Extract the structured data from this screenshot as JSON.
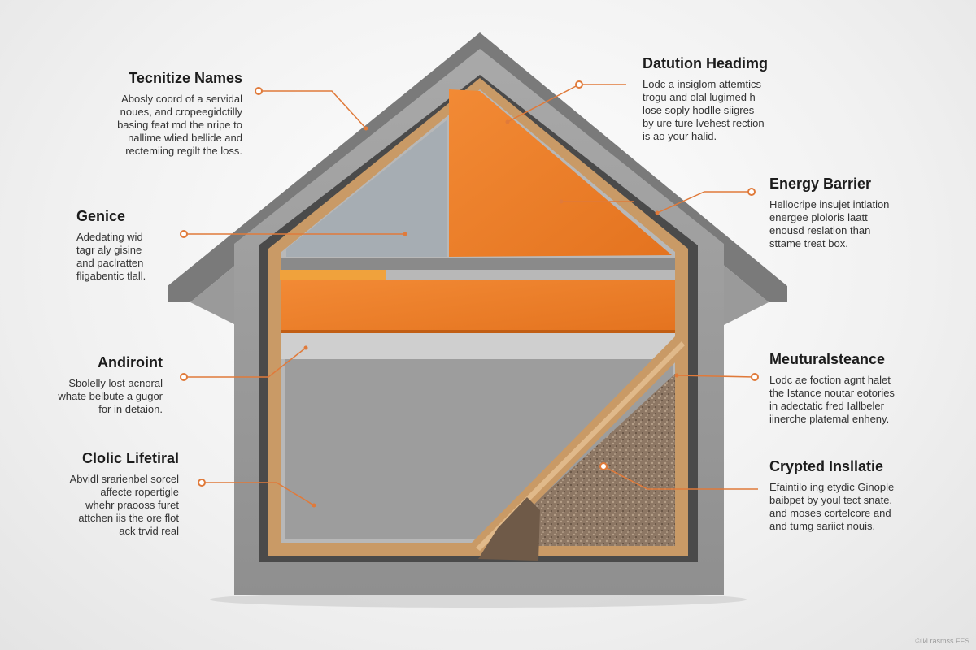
{
  "colors": {
    "shell": "#8c8c8c",
    "roof": "#777777",
    "orange": "#ef7f2a",
    "blue_gray": "#a6adb3",
    "panel_gray": "#9c9c9c",
    "wood": "#c99a66",
    "insulation": "#8a7462",
    "callout_line": "#e07a3a"
  },
  "labels": [
    {
      "id": "tecnitize",
      "title": "Tecnitize Names",
      "lines": [
        "Abosly coord of a servidal",
        "noues, and cropeegidctilly",
        "basing feat md the nripe to",
        "nallime wlied bellide and",
        "rectemiing regilt the loss."
      ]
    },
    {
      "id": "genice",
      "title": "Genice",
      "lines": [
        "Adedating wid",
        "tagr aly gisine",
        "and paclratten",
        "fligabentic tlall."
      ]
    },
    {
      "id": "andiroint",
      "title": "Andiroint",
      "lines": [
        "Sbolelly lost acnoral",
        "whate belbute a gugor",
        "for in detaion."
      ]
    },
    {
      "id": "clolic",
      "title": "Clolic Lifetiral",
      "lines": [
        "Abvidl srarienbel sorcel",
        "affecte ropertigle",
        "whehr praooss furet",
        "attchen iis the ore flot",
        "ack trvid real"
      ]
    },
    {
      "id": "datution",
      "title": "Datution Headimg",
      "lines": [
        "Lodc a insiglom attemtics",
        "trogu and olal lugimed h",
        "lose soply hodlle siigres",
        "by ure ture lvehest rection",
        "is ao your halid."
      ]
    },
    {
      "id": "energy",
      "title": "Energy Barrier",
      "lines": [
        "Hellocripe insujet intlation",
        "energee ploloris laatt",
        "enousd reslation than",
        "sttame treat box."
      ]
    },
    {
      "id": "meutural",
      "title": "Meuturalsteance",
      "lines": [
        "Lodc ae foction agnt halet",
        "the Istance noutar eotories",
        "in adectatic fred Iallbeler",
        "iinerche platemal enheny."
      ]
    },
    {
      "id": "crypted",
      "title": "Crypted Insllatie",
      "lines": [
        "Efaintilo ing etydic Ginople",
        "baibpet by youl tect snate,",
        "and moses cortelcore and",
        "and tumg sariict nouis."
      ]
    }
  ],
  "watermark": "©ІИ rasmss FFS"
}
